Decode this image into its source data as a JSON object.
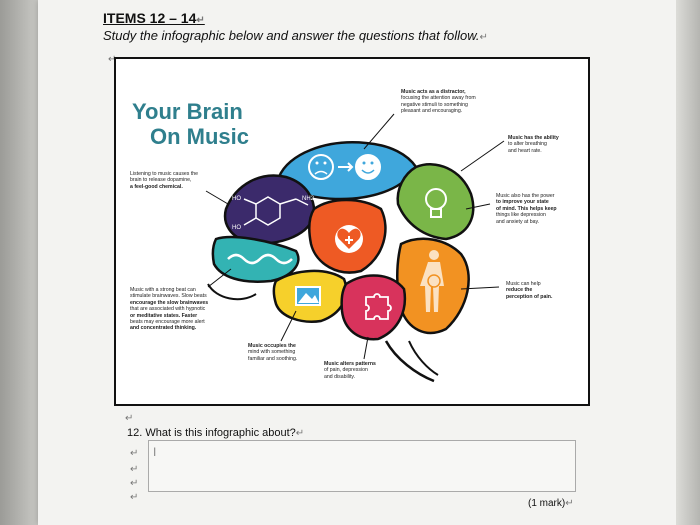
{
  "header": {
    "items_title": "ITEMS 12 – 14",
    "instruction": "Study the infographic below and answer the questions that follow."
  },
  "infographic": {
    "title_line1": "Your Brain",
    "title_line2": "On Music",
    "molecule_labels": [
      "HO",
      "HO",
      "NH2"
    ],
    "captions": {
      "distractor": [
        "Music acts as a distractor,",
        "focusing the attention away from",
        "negative stimuli to something",
        "pleasant and encouraging."
      ],
      "breathing": [
        "Music has the ability",
        "to alter breathing",
        "and heart rate."
      ],
      "state_of_mind": [
        "Music also has the power",
        "to improve your state",
        "of mind. This helps keep",
        "things like depression",
        "and anxiety at bay."
      ],
      "dopamine": [
        "Listening to music causes the",
        "brain to release dopamine,",
        "a feel-good chemical."
      ],
      "beat": [
        "Music with a strong beat can",
        "stimulate brainwaves. Slow beats",
        "encourage the slow brainwaves",
        "that are associated with hypnotic",
        "or meditative states. Faster",
        "beats may encourage more alert",
        "and concentrated thinking."
      ],
      "pain": [
        "Music can help",
        "reduce the",
        "perception of pain."
      ],
      "occupies": [
        "Music occupies the",
        "mind with something",
        "familiar and soothing."
      ],
      "patterns": [
        "Music alters patterns",
        "of pain, depression",
        "and disability."
      ]
    },
    "colors": {
      "title": "#2f7f8d",
      "blue": "#3fa7dc",
      "green": "#7ab648",
      "purple": "#3b2a6b",
      "teal": "#33b3b3",
      "orange_red": "#ee5a24",
      "orange": "#f29222",
      "yellow": "#f6d02b",
      "magenta": "#d8335c"
    }
  },
  "question": {
    "text": "12. What is this infographic about?",
    "cursor": "I",
    "marks": "(1 mark)"
  }
}
